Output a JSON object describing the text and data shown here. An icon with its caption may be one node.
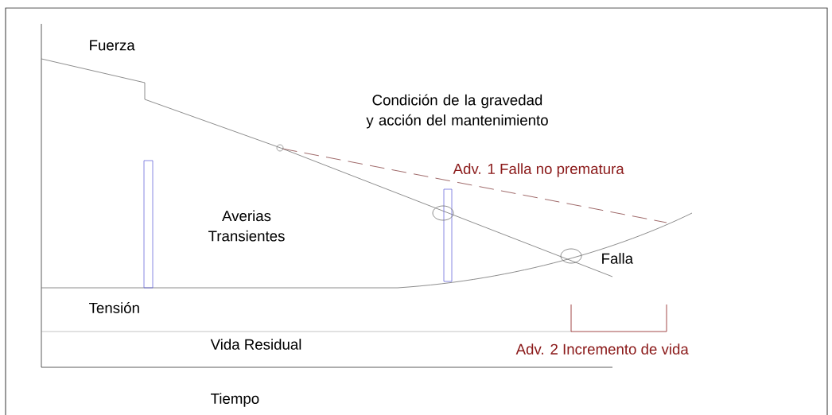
{
  "diagram": {
    "labels": [
      "Fuerza",
      "Condición de la gravedad y acción del mantenimiento",
      "Adv. 1 Falla no prematura",
      "Averias Transientes",
      "Falla",
      "Tensión",
      "Vida Residual",
      "Adv. 2 Incremento de vida",
      "Tiempo"
    ]
  }
}
